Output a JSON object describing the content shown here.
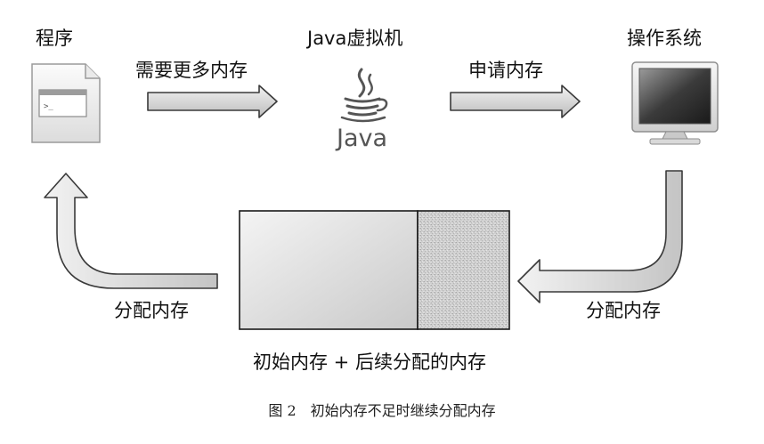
{
  "nodes": {
    "program": "程序",
    "jvm": "Java虚拟机",
    "os": "操作系统"
  },
  "edges": {
    "program_to_jvm": "需要更多内存",
    "jvm_to_os": "申请内存",
    "os_to_memory": "分配内存",
    "memory_to_program": "分配内存"
  },
  "memory_block": {
    "label": "初始内存 + 后续分配的内存"
  },
  "java_logo": {
    "word": "Java",
    "color": "#555555"
  },
  "caption": "图 2　初始内存不足时继续分配内存",
  "colors": {
    "arrow_fill": "#d4d4d4",
    "arrow_stroke": "#3a3a3a",
    "box_stroke": "#1a1a1a"
  }
}
